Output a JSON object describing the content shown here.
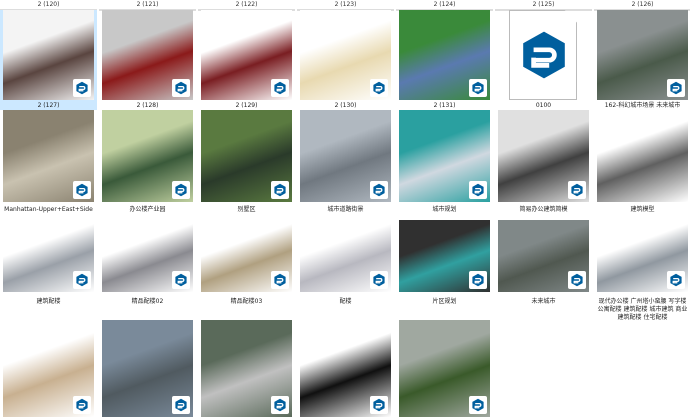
{
  "top_labels": [
    "2 (120)",
    "2 (121)",
    "2 (122)",
    "2 (123)",
    "2 (124)",
    "2 (125)",
    "2 (126)"
  ],
  "rows": [
    [
      {
        "label": "2 (127)",
        "c1": "#f4f4f4",
        "c2": "#5a4540",
        "badge": true,
        "selected": true
      },
      {
        "label": "2 (128)",
        "c1": "#c8c8c8",
        "c2": "#8b1a1a",
        "badge": true
      },
      {
        "label": "2 (129)",
        "c1": "#ffffff",
        "c2": "#7a1e22",
        "badge": true
      },
      {
        "label": "2 (130)",
        "c1": "#ffffff",
        "c2": "#e8d9b0",
        "badge": true
      },
      {
        "label": "2 (131)",
        "c1": "#3a8a3a",
        "c2": "#5a7ab0",
        "badge": true
      },
      {
        "label": "0100",
        "file": true
      },
      {
        "label": "162-科幻城市场景 未来城市",
        "c1": "#8a9090",
        "c2": "#4a5a4a",
        "badge": true
      }
    ],
    [
      {
        "label": "Manhattan-Upper+East+Side",
        "c1": "#8a8270",
        "c2": "#c9c2b0",
        "badge": true
      },
      {
        "label": "办公楼产业园",
        "c1": "#c0d0a0",
        "c2": "#3a5a3a",
        "badge": true
      },
      {
        "label": "别墅区",
        "c1": "#5a7a40",
        "c2": "#2a3a2a",
        "badge": true
      },
      {
        "label": "城市道路街景",
        "c1": "#b0b8c0",
        "c2": "#707880",
        "badge": true
      },
      {
        "label": "城市规划",
        "c1": "#2aa0a0",
        "c2": "#d0d8e0",
        "badge": true
      },
      {
        "label": "简易办公建筑简模",
        "c1": "#e0e0e0",
        "c2": "#404040",
        "badge": true
      },
      {
        "label": "建筑模型",
        "c1": "#ffffff",
        "c2": "#606060",
        "badge": false
      }
    ],
    [
      {
        "label": "建筑配楼",
        "c1": "#ffffff",
        "c2": "#9aa0a8",
        "badge": true
      },
      {
        "label": "精品配楼02",
        "c1": "#ffffff",
        "c2": "#8a8a90",
        "badge": true
      },
      {
        "label": "精品配楼03",
        "c1": "#ffffff",
        "c2": "#b0a080",
        "badge": true
      },
      {
        "label": "配楼",
        "c1": "#ffffff",
        "c2": "#b8b8c0",
        "badge": true
      },
      {
        "label": "片区规划",
        "c1": "#303030",
        "c2": "#30a0a0",
        "badge": true
      },
      {
        "label": "未来城市",
        "c1": "#808888",
        "c2": "#505850",
        "badge": true
      },
      {
        "label": "现代办公楼 广州塔小蛮腰 写字楼 公寓配楼 建筑配楼 城市建筑 商业建筑配楼 住宅配楼",
        "c1": "#ffffff",
        "c2": "#9098a0",
        "badge": true
      }
    ],
    [
      {
        "label": "",
        "c1": "#ffffff",
        "c2": "#c8b090",
        "badge": true
      },
      {
        "label": "",
        "c1": "#7a8a9a",
        "c2": "#505a60",
        "badge": true
      },
      {
        "label": "",
        "c1": "#5a6a5a",
        "c2": "#c0c0c0",
        "badge": true
      },
      {
        "label": "",
        "c1": "#ffffff",
        "c2": "#101010",
        "badge": true
      },
      {
        "label": "",
        "c1": "#a0a8a0",
        "c2": "#3a5a2a",
        "badge": true
      }
    ]
  ],
  "colors": {
    "sketchup_blue": "#005f9e",
    "selection": "#cce8ff"
  }
}
